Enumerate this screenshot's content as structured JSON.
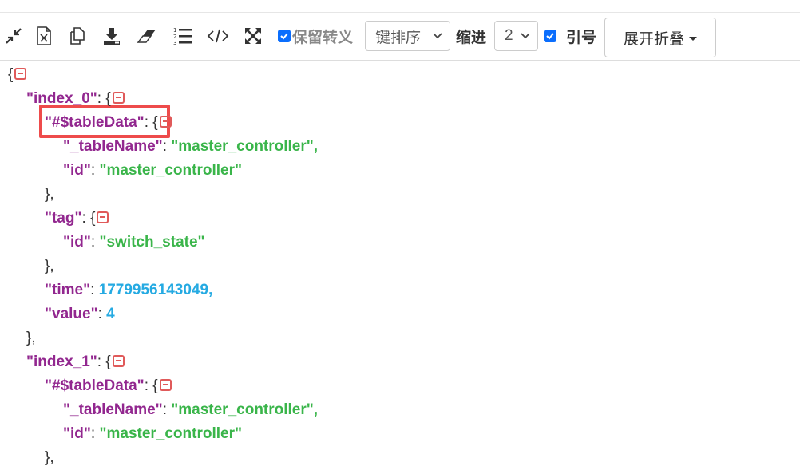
{
  "toolbar": {
    "tools": [
      {
        "name": "compress-icon"
      },
      {
        "name": "excel-icon"
      },
      {
        "name": "copy-icon"
      },
      {
        "name": "download-icon"
      },
      {
        "name": "eraser-icon"
      },
      {
        "name": "ordered-list-icon"
      },
      {
        "name": "code-icon"
      },
      {
        "name": "expand-icon"
      }
    ],
    "keep_escape": {
      "label": "保留转义",
      "checked": true
    },
    "sort_select": {
      "value": "键排序",
      "options": [
        "键排序"
      ]
    },
    "indent_label": "缩进",
    "indent_select": {
      "value": "2",
      "options": [
        "2"
      ]
    },
    "quote": {
      "label": "引号",
      "checked": true
    },
    "expand_button": {
      "label": "展开折叠"
    }
  },
  "json_lines": [
    {
      "indent": 0,
      "open": "{",
      "collapse": true
    },
    {
      "indent": 1,
      "key": "\"index_0\"",
      "open": "{",
      "collapse": true
    },
    {
      "indent": 2,
      "key": "\"#$tableData\"",
      "open": "{",
      "collapse": true
    },
    {
      "indent": 3,
      "key": "\"_tableName\"",
      "value": "\"master_controller\"",
      "vtype": "str",
      "comma": true
    },
    {
      "indent": 3,
      "key": "\"id\"",
      "value": "\"master_controller\"",
      "vtype": "str"
    },
    {
      "indent": 2,
      "close": "},"
    },
    {
      "indent": 2,
      "key": "\"tag\"",
      "open": "{",
      "collapse": true
    },
    {
      "indent": 3,
      "key": "\"id\"",
      "value": "\"switch_state\"",
      "vtype": "str"
    },
    {
      "indent": 2,
      "close": "},"
    },
    {
      "indent": 2,
      "key": "\"time\"",
      "value": "1779956143049",
      "vtype": "num",
      "comma": true
    },
    {
      "indent": 2,
      "key": "\"value\"",
      "value": "4",
      "vtype": "num"
    },
    {
      "indent": 1,
      "close": "},"
    },
    {
      "indent": 1,
      "key": "\"index_1\"",
      "open": "{",
      "collapse": true
    },
    {
      "indent": 2,
      "key": "\"#$tableData\"",
      "open": "{",
      "collapse": true
    },
    {
      "indent": 3,
      "key": "\"_tableName\"",
      "value": "\"master_controller\"",
      "vtype": "str",
      "comma": true
    },
    {
      "indent": 3,
      "key": "\"id\"",
      "value": "\"master_controller\"",
      "vtype": "str"
    },
    {
      "indent": 2,
      "close": "},"
    }
  ],
  "colors": {
    "key": "#92278f",
    "string": "#3ab54a",
    "number": "#25aae2",
    "collapse": "#e05a5a",
    "highlight": "#ee4b4b",
    "checkbox": "#0b6efd"
  }
}
